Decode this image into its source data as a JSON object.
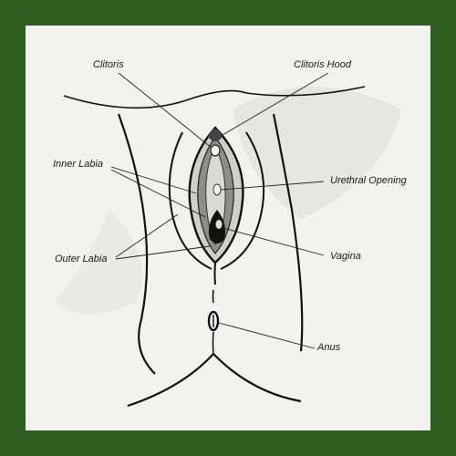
{
  "colors": {
    "border": "#2d5e1f",
    "background": "#f2f2f0",
    "ink": "#1a1a1a"
  },
  "labels": {
    "clitoris": "Clitoris",
    "clitoris_hood": "Clitoris Hood",
    "inner_labia": "Inner Labia",
    "urethral_opening": "Urethral Opening",
    "outer_labia": "Outer Labia",
    "vagina": "Vagina",
    "anus": "Anus"
  }
}
